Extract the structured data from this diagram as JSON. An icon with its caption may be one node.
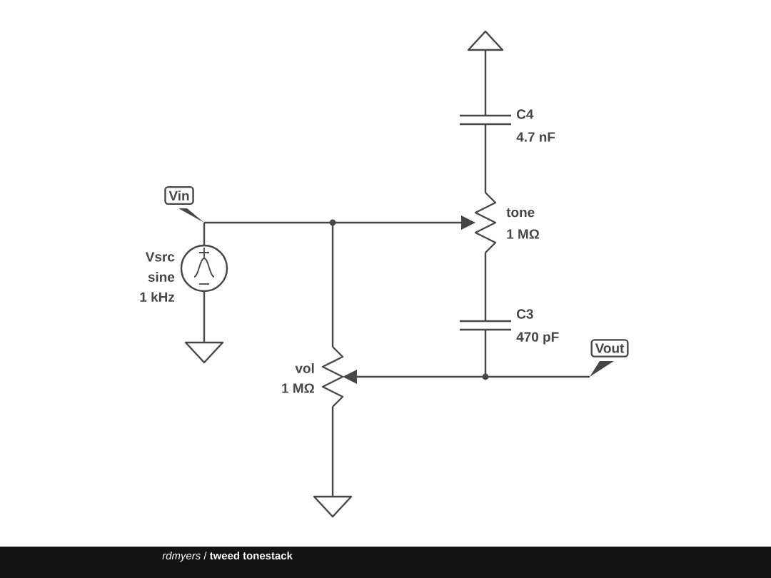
{
  "diagram": {
    "nodes": [
      {
        "text": [
          "Vin"
        ]
      },
      {
        "text": [
          "Vout"
        ]
      }
    ],
    "edges": [],
    "labels": [
      "C4",
      "4.7 nF",
      "tone",
      "1 MΩ",
      "Vsrc",
      "sine",
      "1 kHz",
      "C3",
      "470 pF",
      "vol",
      "1 MΩ",
      "*rdmyers* / **tweed tonestack**"
    ]
  }
}
